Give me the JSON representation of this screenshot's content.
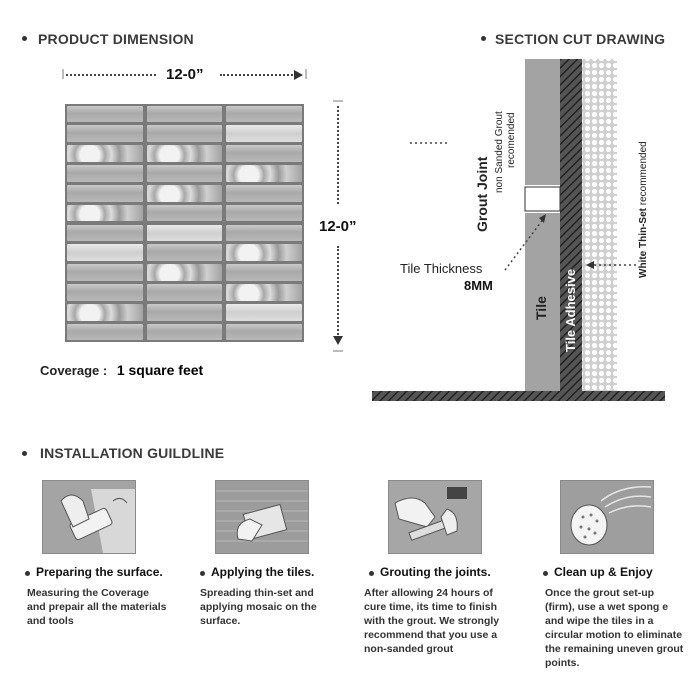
{
  "product_dimension": {
    "title": "PRODUCT DIMENSION",
    "width_label": "12-0”",
    "height_label": "12-0”",
    "coverage_label": "Coverage :",
    "coverage_value": "1 square feet"
  },
  "section_cut": {
    "title": "SECTION CUT DRAWING",
    "grout_joint": "Grout Joint",
    "grout_note_line1": "non Sanded Grout",
    "grout_note_line2": "recomended",
    "tile_thickness_label": "Tile Thickness",
    "tile_thickness_value": "8MM",
    "tile_label": "Tile",
    "adhesive_label": "Tile Adhesive",
    "thinset_bold": "White Thin-Set",
    "thinset_rest": " recommended"
  },
  "installation": {
    "title": "INSTALLATION GUILDLINE",
    "steps": [
      {
        "title": "Preparing the surface.",
        "text": "Measuring the Coverage and prepair all the materials and tools",
        "icon": "measuring-tape-icon"
      },
      {
        "title": "Applying the tiles.",
        "text": "Spreading thin-set and applying mosaic on the surface.",
        "icon": "trowel-icon"
      },
      {
        "title": "Grouting the joints.",
        "text": "After allowing 24 hours of cure time, its time to finish with the grout. We strongly recommend that you use a non-sanded grout",
        "icon": "grout-float-icon"
      },
      {
        "title": "Clean up & Enjoy",
        "text": "Once the grout set-up (firm), use a wet spong e and wipe the tiles in a circular motion to eliminate the remaining uneven grout points.",
        "icon": "sponge-icon"
      }
    ]
  }
}
